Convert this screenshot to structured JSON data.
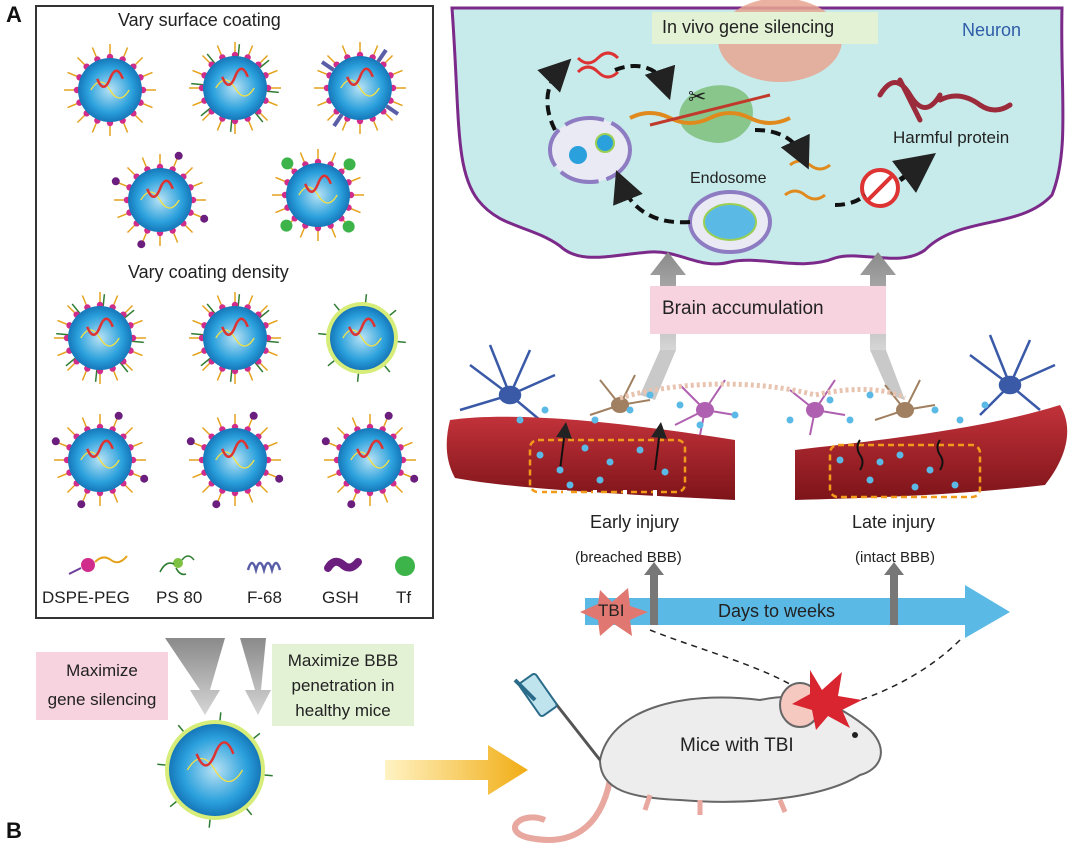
{
  "panel_labels": {
    "a": "A",
    "b": "B"
  },
  "left_panel": {
    "header_surface": "Vary surface coating",
    "header_density": "Vary coating density",
    "legend": [
      "DSPE-PEG",
      "PS 80",
      "F-68",
      "GSH",
      "Tf"
    ]
  },
  "selection": {
    "maximize_silencing": "Maximize\ngene silencing",
    "maximize_bbb": "Maximize BBB\npenetration in\nhealthy mice"
  },
  "neuron": {
    "title": "In vivo gene silencing",
    "cell_label": "Neuron",
    "endosome_label": "Endosome",
    "protein_label": "Harmful protein"
  },
  "brain_accumulation": "Brain accumulation",
  "injury": {
    "early_label": "Early injury",
    "early_sub": "(breached BBB)",
    "late_label": "Late injury",
    "late_sub": "(intact BBB)"
  },
  "timeline": {
    "tbi": "TBI",
    "arrow_text": "Days to weeks"
  },
  "mouse_label": "Mice with TBI",
  "colors": {
    "np_core": "#1e9ad6",
    "np_shell": "#d02c8c",
    "vessel": "#a5222a",
    "neuron_fill": "#c7eaea",
    "timeline_arrow": "#5bb9e6",
    "pink_tag": "#f7d3e0",
    "green_tag": "#e3f1d5"
  }
}
